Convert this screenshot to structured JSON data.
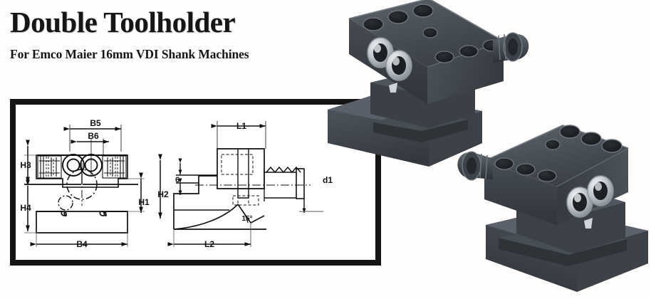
{
  "document": {
    "title": "Double Toolholder",
    "subtitle": "For Emco Maier 16mm VDI Shank Machines"
  },
  "colors": {
    "text": "#161616",
    "frame_border": "#141414",
    "page_background": "#fffefc",
    "drawing_line": "#111111",
    "metal_dark": "#3a3f45",
    "metal_mid": "#4e545c",
    "metal_light": "#6b727b",
    "metal_shadow": "#23272c",
    "chrome_highlight": "#e9ecef"
  },
  "drawings": {
    "front_view": {
      "name": "front-view-drawing",
      "dimension_labels": [
        {
          "id": "B5",
          "text": "B5"
        },
        {
          "id": "B6",
          "text": "B6"
        },
        {
          "id": "H3",
          "text": "H3"
        },
        {
          "id": "H4",
          "text": "H4"
        },
        {
          "id": "H1",
          "text": "H1"
        },
        {
          "id": "H2",
          "text": "H2"
        },
        {
          "id": "B4",
          "text": "B4"
        }
      ]
    },
    "side_view": {
      "name": "side-view-drawing",
      "dimension_labels": [
        {
          "id": "L1",
          "text": "L1"
        },
        {
          "id": "L2",
          "text": "L2"
        },
        {
          "id": "d1",
          "text": "d1"
        },
        {
          "id": "S",
          "text": "6"
        },
        {
          "id": "angle",
          "text": "15°"
        }
      ]
    }
  },
  "photos": [
    {
      "id": "upper",
      "name": "toolholder-photo-upper",
      "alt": "Double toolholder, shank to the right"
    },
    {
      "id": "lower",
      "name": "toolholder-photo-lower",
      "alt": "Double toolholder, shank to the left"
    }
  ]
}
